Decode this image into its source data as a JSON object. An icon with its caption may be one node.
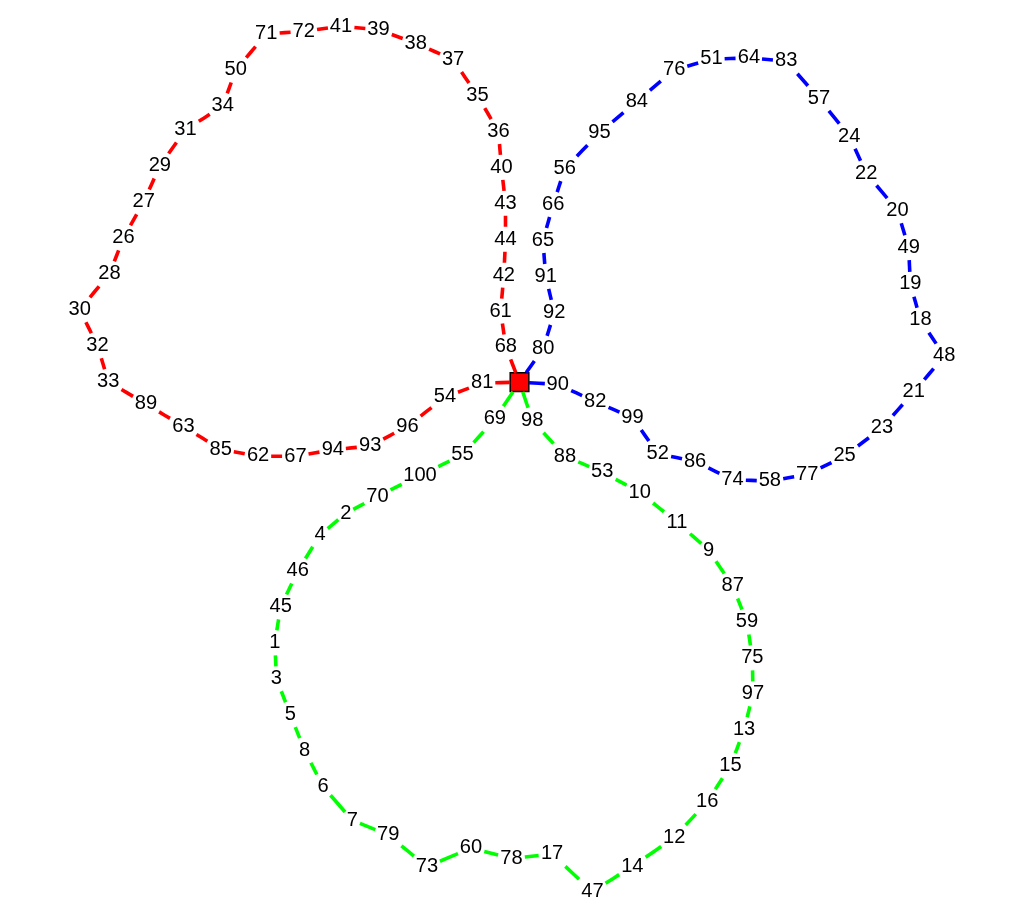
{
  "diagram": {
    "nodes": [
      {
        "text": [],
        "shape": "box"
      },
      {
        "text": [
          "1"
        ]
      },
      {
        "text": [
          "2"
        ]
      },
      {
        "text": [
          "3"
        ]
      },
      {
        "text": [
          "4"
        ]
      },
      {
        "text": [
          "5"
        ]
      },
      {
        "text": [
          "6"
        ]
      },
      {
        "text": [
          "7"
        ]
      },
      {
        "text": [
          "8"
        ]
      },
      {
        "text": [
          "9"
        ]
      },
      {
        "text": [
          "10"
        ]
      },
      {
        "text": [
          "11"
        ]
      },
      {
        "text": [
          "12"
        ]
      },
      {
        "text": [
          "13"
        ]
      },
      {
        "text": [
          "14"
        ]
      },
      {
        "text": [
          "15"
        ]
      },
      {
        "text": [
          "16"
        ]
      },
      {
        "text": [
          "17"
        ]
      },
      {
        "text": [
          "18"
        ]
      },
      {
        "text": [
          "19"
        ]
      },
      {
        "text": [
          "20"
        ]
      },
      {
        "text": [
          "21"
        ]
      },
      {
        "text": [
          "22"
        ]
      },
      {
        "text": [
          "23"
        ]
      },
      {
        "text": [
          "24"
        ]
      },
      {
        "text": [
          "25"
        ]
      },
      {
        "text": [
          "26"
        ]
      },
      {
        "text": [
          "27"
        ]
      },
      {
        "text": [
          "28"
        ]
      },
      {
        "text": [
          "29"
        ]
      },
      {
        "text": [
          "30"
        ]
      },
      {
        "text": [
          "31"
        ]
      },
      {
        "text": [
          "32"
        ]
      },
      {
        "text": [
          "33"
        ]
      },
      {
        "text": [
          "34"
        ]
      },
      {
        "text": [
          "35"
        ]
      },
      {
        "text": [
          "36"
        ]
      },
      {
        "text": [
          "37"
        ]
      },
      {
        "text": [
          "38"
        ]
      },
      {
        "text": [
          "39"
        ]
      },
      {
        "text": [
          "40"
        ]
      },
      {
        "text": [
          "41"
        ]
      },
      {
        "text": [
          "42"
        ]
      },
      {
        "text": [
          "43"
        ]
      },
      {
        "text": [
          "44"
        ]
      },
      {
        "text": [
          "45"
        ]
      },
      {
        "text": [
          "46"
        ]
      },
      {
        "text": [
          "47"
        ]
      },
      {
        "text": [
          "48"
        ]
      },
      {
        "text": [
          "49"
        ]
      },
      {
        "text": [
          "50"
        ]
      },
      {
        "text": [
          "51"
        ]
      },
      {
        "text": [
          "52"
        ]
      },
      {
        "text": [
          "53"
        ]
      },
      {
        "text": [
          "54"
        ]
      },
      {
        "text": [
          "55"
        ]
      },
      {
        "text": [
          "56"
        ]
      },
      {
        "text": [
          "57"
        ]
      },
      {
        "text": [
          "58"
        ]
      },
      {
        "text": [
          "59"
        ]
      },
      {
        "text": [
          "60"
        ]
      },
      {
        "text": [
          "61"
        ]
      },
      {
        "text": [
          "62"
        ]
      },
      {
        "text": [
          "63"
        ]
      },
      {
        "text": [
          "64"
        ]
      },
      {
        "text": [
          "65"
        ]
      },
      {
        "text": [
          "66"
        ]
      },
      {
        "text": [
          "67"
        ]
      },
      {
        "text": [
          "68"
        ]
      },
      {
        "text": [
          "69"
        ]
      },
      {
        "text": [
          "70"
        ]
      },
      {
        "text": [
          "71"
        ]
      },
      {
        "text": [
          "72"
        ]
      },
      {
        "text": [
          "73"
        ]
      },
      {
        "text": [
          "74"
        ]
      },
      {
        "text": [
          "75"
        ]
      },
      {
        "text": [
          "76"
        ]
      },
      {
        "text": [
          "77"
        ]
      },
      {
        "text": [
          "78"
        ]
      },
      {
        "text": [
          "79"
        ]
      },
      {
        "text": [
          "80"
        ]
      },
      {
        "text": [
          "81"
        ]
      },
      {
        "text": [
          "82"
        ]
      },
      {
        "text": [
          "83"
        ]
      },
      {
        "text": [
          "84"
        ]
      },
      {
        "text": [
          "85"
        ]
      },
      {
        "text": [
          "86"
        ]
      },
      {
        "text": [
          "87"
        ]
      },
      {
        "text": [
          "88"
        ]
      },
      {
        "text": [
          "89"
        ]
      },
      {
        "text": [
          "90"
        ]
      },
      {
        "text": [
          "91"
        ]
      },
      {
        "text": [
          "92"
        ]
      },
      {
        "text": [
          "93"
        ]
      },
      {
        "text": [
          "94"
        ]
      },
      {
        "text": [
          "95"
        ]
      },
      {
        "text": [
          "96"
        ]
      },
      {
        "text": [
          "97"
        ]
      },
      {
        "text": [
          "98"
        ]
      },
      {
        "text": [
          "99"
        ]
      },
      {
        "text": [
          "100"
        ]
      }
    ],
    "edges": [
      {
        "from": 0,
        "to": 69,
        "arrow": "none",
        "color": "#00ff00"
      },
      {
        "from": 69,
        "to": 55,
        "arrow": "none",
        "color": "#00ff00"
      },
      {
        "from": 55,
        "to": 100,
        "arrow": "none",
        "color": "#00ff00"
      },
      {
        "from": 100,
        "to": 70,
        "arrow": "none",
        "color": "#00ff00"
      },
      {
        "from": 70,
        "to": 2,
        "arrow": "none",
        "color": "#00ff00"
      },
      {
        "from": 2,
        "to": 4,
        "arrow": "none",
        "color": "#00ff00"
      },
      {
        "from": 4,
        "to": 46,
        "arrow": "none",
        "color": "#00ff00"
      },
      {
        "from": 46,
        "to": 45,
        "arrow": "none",
        "color": "#00ff00"
      },
      {
        "from": 45,
        "to": 1,
        "arrow": "none",
        "color": "#00ff00"
      },
      {
        "from": 1,
        "to": 3,
        "arrow": "none",
        "color": "#00ff00"
      },
      {
        "from": 3,
        "to": 5,
        "arrow": "none",
        "color": "#00ff00"
      },
      {
        "from": 5,
        "to": 8,
        "arrow": "none",
        "color": "#00ff00"
      },
      {
        "from": 8,
        "to": 6,
        "arrow": "none",
        "color": "#00ff00"
      },
      {
        "from": 6,
        "to": 7,
        "arrow": "none",
        "color": "#00ff00"
      },
      {
        "from": 7,
        "to": 79,
        "arrow": "none",
        "color": "#00ff00"
      },
      {
        "from": 79,
        "to": 73,
        "arrow": "none",
        "color": "#00ff00"
      },
      {
        "from": 73,
        "to": 60,
        "arrow": "none",
        "color": "#00ff00"
      },
      {
        "from": 60,
        "to": 78,
        "arrow": "none",
        "color": "#00ff00"
      },
      {
        "from": 78,
        "to": 17,
        "arrow": "none",
        "color": "#00ff00"
      },
      {
        "from": 17,
        "to": 47,
        "arrow": "none",
        "color": "#00ff00"
      },
      {
        "from": 47,
        "to": 14,
        "arrow": "none",
        "color": "#00ff00"
      },
      {
        "from": 14,
        "to": 12,
        "arrow": "none",
        "color": "#00ff00"
      },
      {
        "from": 12,
        "to": 16,
        "arrow": "none",
        "color": "#00ff00"
      },
      {
        "from": 16,
        "to": 15,
        "arrow": "none",
        "color": "#00ff00"
      },
      {
        "from": 15,
        "to": 13,
        "arrow": "none",
        "color": "#00ff00"
      },
      {
        "from": 13,
        "to": 97,
        "arrow": "none",
        "color": "#00ff00"
      },
      {
        "from": 97,
        "to": 75,
        "arrow": "none",
        "color": "#00ff00"
      },
      {
        "from": 75,
        "to": 59,
        "arrow": "none",
        "color": "#00ff00"
      },
      {
        "from": 59,
        "to": 87,
        "arrow": "none",
        "color": "#00ff00"
      },
      {
        "from": 87,
        "to": 9,
        "arrow": "none",
        "color": "#00ff00"
      },
      {
        "from": 9,
        "to": 11,
        "arrow": "none",
        "color": "#00ff00"
      },
      {
        "from": 11,
        "to": 10,
        "arrow": "none",
        "color": "#00ff00"
      },
      {
        "from": 10,
        "to": 53,
        "arrow": "none",
        "color": "#00ff00"
      },
      {
        "from": 53,
        "to": 88,
        "arrow": "none",
        "color": "#00ff00"
      },
      {
        "from": 88,
        "to": 98,
        "arrow": "none",
        "color": "#00ff00"
      },
      {
        "from": 98,
        "to": 0,
        "arrow": "none",
        "color": "#00ff00"
      },
      {
        "from": 0,
        "to": 80,
        "arrow": "none",
        "color": "#0000ff"
      },
      {
        "from": 80,
        "to": 92,
        "arrow": "none",
        "color": "#0000ff"
      },
      {
        "from": 92,
        "to": 91,
        "arrow": "none",
        "color": "#0000ff"
      },
      {
        "from": 91,
        "to": 65,
        "arrow": "none",
        "color": "#0000ff"
      },
      {
        "from": 65,
        "to": 66,
        "arrow": "none",
        "color": "#0000ff"
      },
      {
        "from": 66,
        "to": 56,
        "arrow": "none",
        "color": "#0000ff"
      },
      {
        "from": 56,
        "to": 95,
        "arrow": "none",
        "color": "#0000ff"
      },
      {
        "from": 95,
        "to": 84,
        "arrow": "none",
        "color": "#0000ff"
      },
      {
        "from": 84,
        "to": 76,
        "arrow": "none",
        "color": "#0000ff"
      },
      {
        "from": 76,
        "to": 51,
        "arrow": "none",
        "color": "#0000ff"
      },
      {
        "from": 51,
        "to": 64,
        "arrow": "none",
        "color": "#0000ff"
      },
      {
        "from": 64,
        "to": 83,
        "arrow": "none",
        "color": "#0000ff"
      },
      {
        "from": 83,
        "to": 57,
        "arrow": "none",
        "color": "#0000ff"
      },
      {
        "from": 57,
        "to": 24,
        "arrow": "none",
        "color": "#0000ff"
      },
      {
        "from": 24,
        "to": 22,
        "arrow": "none",
        "color": "#0000ff"
      },
      {
        "from": 22,
        "to": 20,
        "arrow": "none",
        "color": "#0000ff"
      },
      {
        "from": 20,
        "to": 49,
        "arrow": "none",
        "color": "#0000ff"
      },
      {
        "from": 49,
        "to": 19,
        "arrow": "none",
        "color": "#0000ff"
      },
      {
        "from": 19,
        "to": 18,
        "arrow": "none",
        "color": "#0000ff"
      },
      {
        "from": 18,
        "to": 48,
        "arrow": "none",
        "color": "#0000ff"
      },
      {
        "from": 48,
        "to": 21,
        "arrow": "none",
        "color": "#0000ff"
      },
      {
        "from": 21,
        "to": 23,
        "arrow": "none",
        "color": "#0000ff"
      },
      {
        "from": 23,
        "to": 25,
        "arrow": "none",
        "color": "#0000ff"
      },
      {
        "from": 25,
        "to": 77,
        "arrow": "none",
        "color": "#0000ff"
      },
      {
        "from": 77,
        "to": 58,
        "arrow": "none",
        "color": "#0000ff"
      },
      {
        "from": 58,
        "to": 74,
        "arrow": "none",
        "color": "#0000ff"
      },
      {
        "from": 74,
        "to": 86,
        "arrow": "none",
        "color": "#0000ff"
      },
      {
        "from": 86,
        "to": 52,
        "arrow": "none",
        "color": "#0000ff"
      },
      {
        "from": 52,
        "to": 99,
        "arrow": "none",
        "color": "#0000ff"
      },
      {
        "from": 99,
        "to": 82,
        "arrow": "none",
        "color": "#0000ff"
      },
      {
        "from": 82,
        "to": 90,
        "arrow": "none",
        "color": "#0000ff"
      },
      {
        "from": 90,
        "to": 0,
        "arrow": "none",
        "color": "#0000ff"
      },
      {
        "from": 0,
        "to": 68,
        "arrow": "none",
        "color": "#ff0000"
      },
      {
        "from": 68,
        "to": 61,
        "arrow": "none",
        "color": "#ff0000"
      },
      {
        "from": 61,
        "to": 42,
        "arrow": "none",
        "color": "#ff0000"
      },
      {
        "from": 42,
        "to": 44,
        "arrow": "none",
        "color": "#ff0000"
      },
      {
        "from": 44,
        "to": 43,
        "arrow": "none",
        "color": "#ff0000"
      },
      {
        "from": 43,
        "to": 40,
        "arrow": "none",
        "color": "#ff0000"
      },
      {
        "from": 40,
        "to": 36,
        "arrow": "none",
        "color": "#ff0000"
      },
      {
        "from": 36,
        "to": 35,
        "arrow": "none",
        "color": "#ff0000"
      },
      {
        "from": 35,
        "to": 37,
        "arrow": "none",
        "color": "#ff0000"
      },
      {
        "from": 37,
        "to": 38,
        "arrow": "none",
        "color": "#ff0000"
      },
      {
        "from": 38,
        "to": 39,
        "arrow": "none",
        "color": "#ff0000"
      },
      {
        "from": 39,
        "to": 41,
        "arrow": "none",
        "color": "#ff0000"
      },
      {
        "from": 41,
        "to": 72,
        "arrow": "none",
        "color": "#ff0000"
      },
      {
        "from": 72,
        "to": 71,
        "arrow": "none",
        "color": "#ff0000"
      },
      {
        "from": 71,
        "to": 50,
        "arrow": "none",
        "color": "#ff0000"
      },
      {
        "from": 50,
        "to": 34,
        "arrow": "none",
        "color": "#ff0000"
      },
      {
        "from": 34,
        "to": 31,
        "arrow": "none",
        "color": "#ff0000"
      },
      {
        "from": 31,
        "to": 29,
        "arrow": "none",
        "color": "#ff0000"
      },
      {
        "from": 29,
        "to": 27,
        "arrow": "none",
        "color": "#ff0000"
      },
      {
        "from": 27,
        "to": 26,
        "arrow": "none",
        "color": "#ff0000"
      },
      {
        "from": 26,
        "to": 28,
        "arrow": "none",
        "color": "#ff0000"
      },
      {
        "from": 28,
        "to": 30,
        "arrow": "none",
        "color": "#ff0000"
      },
      {
        "from": 30,
        "to": 32,
        "arrow": "none",
        "color": "#ff0000"
      },
      {
        "from": 32,
        "to": 33,
        "arrow": "none",
        "color": "#ff0000"
      },
      {
        "from": 33,
        "to": 89,
        "arrow": "none",
        "color": "#ff0000"
      },
      {
        "from": 89,
        "to": 63,
        "arrow": "none",
        "color": "#ff0000"
      },
      {
        "from": 63,
        "to": 85,
        "arrow": "none",
        "color": "#ff0000"
      },
      {
        "from": 85,
        "to": 62,
        "arrow": "none",
        "color": "#ff0000"
      },
      {
        "from": 62,
        "to": 67,
        "arrow": "none",
        "color": "#ff0000"
      },
      {
        "from": 67,
        "to": 94,
        "arrow": "none",
        "color": "#ff0000"
      },
      {
        "from": 94,
        "to": 93,
        "arrow": "none",
        "color": "#ff0000"
      },
      {
        "from": 93,
        "to": 96,
        "arrow": "none",
        "color": "#ff0000"
      },
      {
        "from": 96,
        "to": 54,
        "arrow": "none",
        "color": "#ff0000"
      },
      {
        "from": 54,
        "to": 81,
        "arrow": "none",
        "color": "#ff0000"
      },
      {
        "from": 81,
        "to": 0,
        "arrow": "none",
        "color": "#ff0000"
      }
    ]
  }
}
